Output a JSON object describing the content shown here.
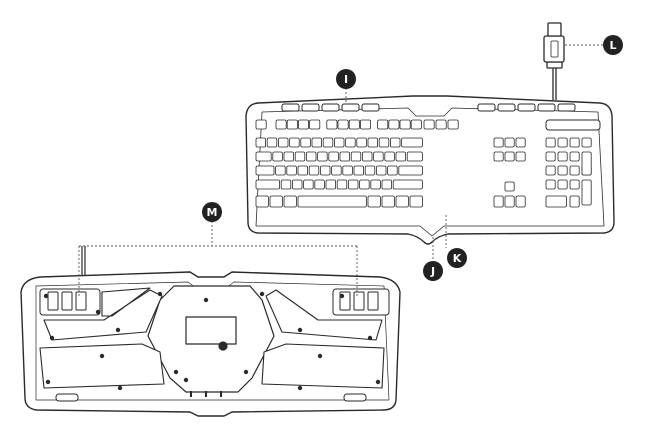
{
  "callouts": {
    "I": "I",
    "J": "J",
    "K": "K",
    "L": "L",
    "M": "M"
  },
  "colors": {
    "outline": "#2a2a2a",
    "key_fill": "#ffffff",
    "body_fill": "#ffffff",
    "callout_fill": "#222222",
    "leader": "#555555"
  }
}
